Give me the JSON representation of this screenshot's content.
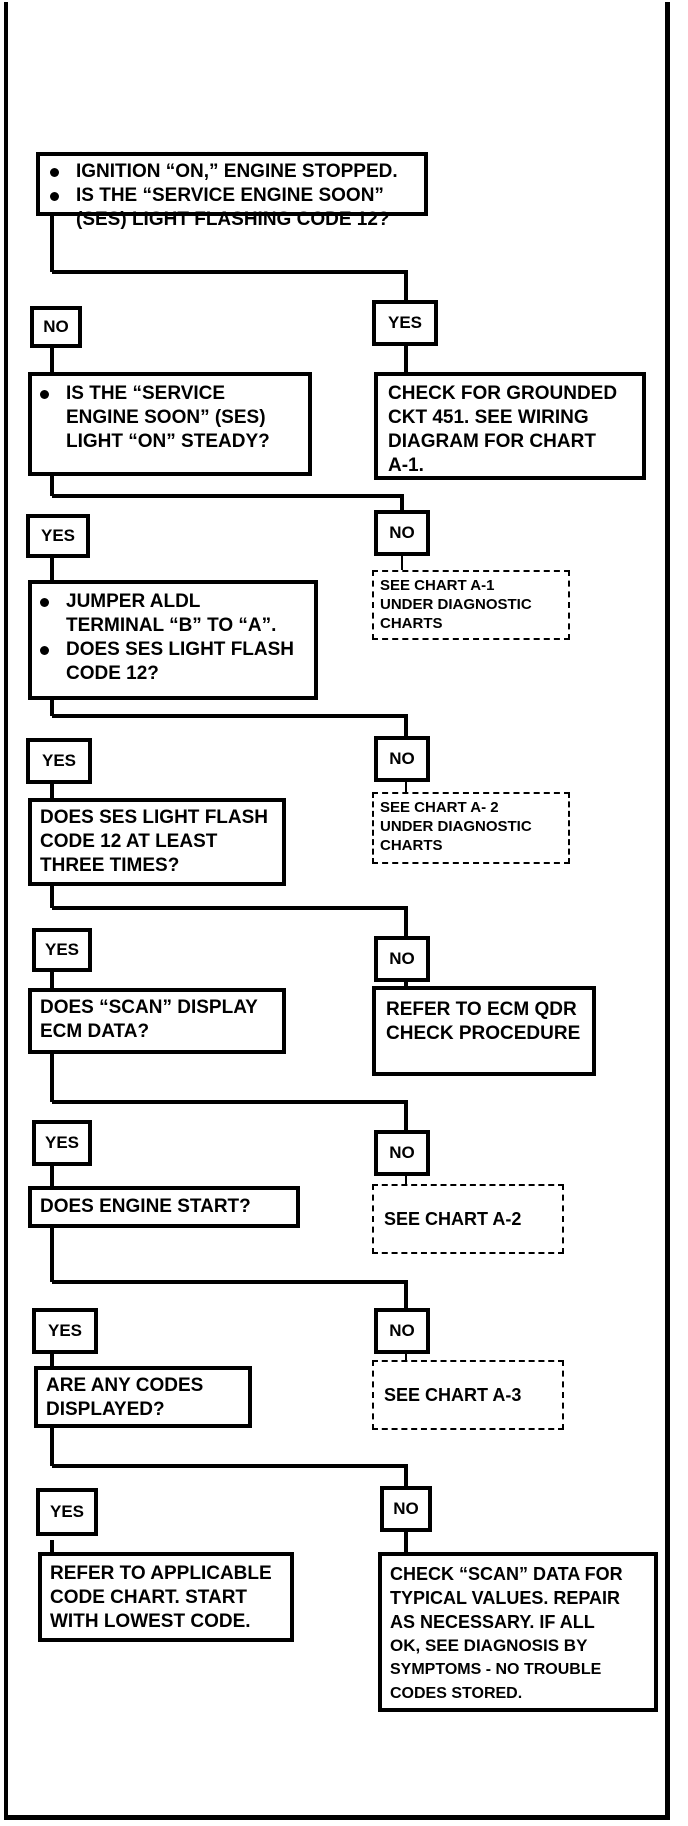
{
  "q1": {
    "items": [
      [
        "IGNITION “ON,” ENGINE STOPPED."
      ],
      [
        "IS THE “SERVICE ENGINE SOON”",
        "(SES) LIGHT FLASHING CODE 12?"
      ]
    ]
  },
  "b1": {
    "no": "NO",
    "yes": "YES"
  },
  "q2": {
    "items": [
      [
        "IS THE “SERVICE",
        "ENGINE SOON” (SES)",
        "LIGHT “ON” STEADY?"
      ]
    ]
  },
  "r1": {
    "lines": [
      "CHECK FOR GROUNDED",
      "CKT 451.  SEE WIRING",
      "DIAGRAM FOR CHART",
      "A-1."
    ]
  },
  "b2": {
    "yes": "YES",
    "no": "NO"
  },
  "r2": {
    "lines": [
      "SEE CHART A-1",
      "UNDER DIAGNOSTIC",
      "CHARTS"
    ]
  },
  "q3": {
    "items": [
      [
        "JUMPER ALDL",
        "TERMINAL “B” TO “A”."
      ],
      [
        "DOES SES LIGHT FLASH",
        "CODE 12?"
      ]
    ]
  },
  "b3": {
    "yes": "YES",
    "no": "NO"
  },
  "r3": {
    "lines": [
      "SEE CHART A- 2",
      "UNDER DIAGNOSTIC",
      "CHARTS"
    ]
  },
  "q4": {
    "lines": [
      "DOES SES LIGHT FLASH",
      "CODE 12 AT LEAST",
      "THREE TIMES?"
    ]
  },
  "b4": {
    "yes": "YES",
    "no": "NO"
  },
  "q5": {
    "lines": [
      "DOES “SCAN” DISPLAY",
      "ECM DATA?"
    ]
  },
  "r5": {
    "lines": [
      "REFER TO ECM QDR",
      "CHECK PROCEDURE"
    ]
  },
  "b5": {
    "yes": "YES",
    "no": "NO"
  },
  "q6": {
    "lines": [
      "DOES ENGINE START?"
    ]
  },
  "r6": {
    "lines": [
      "SEE CHART A-2"
    ]
  },
  "b6": {
    "yes": "YES",
    "no": "NO"
  },
  "q7": {
    "lines": [
      "ARE ANY CODES",
      "DISPLAYED?"
    ]
  },
  "r7": {
    "lines": [
      "SEE CHART A-3"
    ]
  },
  "b7": {
    "yes": "YES",
    "no": "NO"
  },
  "l8": {
    "lines": [
      "REFER TO APPLICABLE",
      "CODE CHART.  START",
      "WITH LOWEST CODE."
    ]
  },
  "r8": {
    "lines": [
      "CHECK “SCAN” DATA FOR",
      "TYPICAL VALUES.  REPAIR",
      "AS NECESSARY.  IF ALL",
      "OK, SEE DIAGNOSIS BY",
      "SYMPTOMS - NO TROUBLE",
      "CODES STORED."
    ]
  }
}
